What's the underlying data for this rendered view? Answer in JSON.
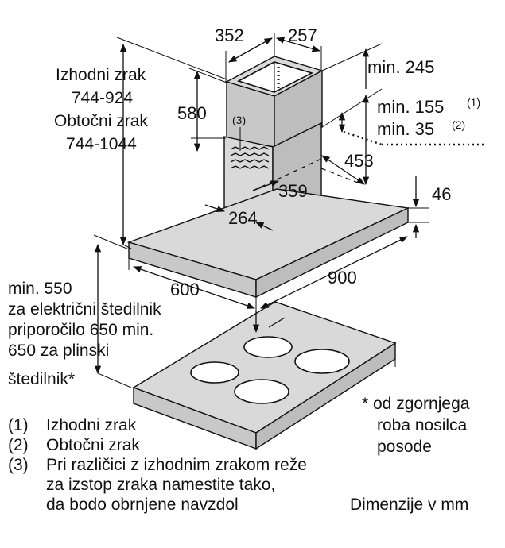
{
  "dimensions": {
    "d352": "352",
    "d257": "257",
    "d580": "580",
    "d453": "453",
    "d359": "359",
    "d264": "264",
    "d46": "46",
    "d600": "600",
    "d900": "900",
    "min245": "min. 245",
    "min155": "min. 155",
    "min155_ref": "(1)",
    "min35": "min. 35",
    "min35_ref": "(2)",
    "ref3": "(3)"
  },
  "left_labels": {
    "exhaust_title": "Izhodni zrak",
    "exhaust_range": "744-924",
    "recirc_title": "Obtočni zrak",
    "recirc_range": "744-1044",
    "min550_line1": "min. 550",
    "min550_line2": "za električni štedilnik",
    "min550_line3": "priporočilo 650 min.",
    "min550_line4": "650 za plinski",
    "min550_line5": "štedilnik*"
  },
  "notes": {
    "star_line1": "* od zgornjega",
    "star_line2": "roba nosilca",
    "star_line3": "posode",
    "legend1_num": "(1)",
    "legend1_text": "Izhodni zrak",
    "legend2_num": "(2)",
    "legend2_text": "Obtočni zrak",
    "legend3_num": "(3)",
    "legend3_line1": "Pri različici z izhodnim zrakom reže",
    "legend3_line2": "za izstop zraka namestite tako,",
    "legend3_line3": "da bodo obrnjene navzdol",
    "units": "Dimenzije v mm"
  }
}
